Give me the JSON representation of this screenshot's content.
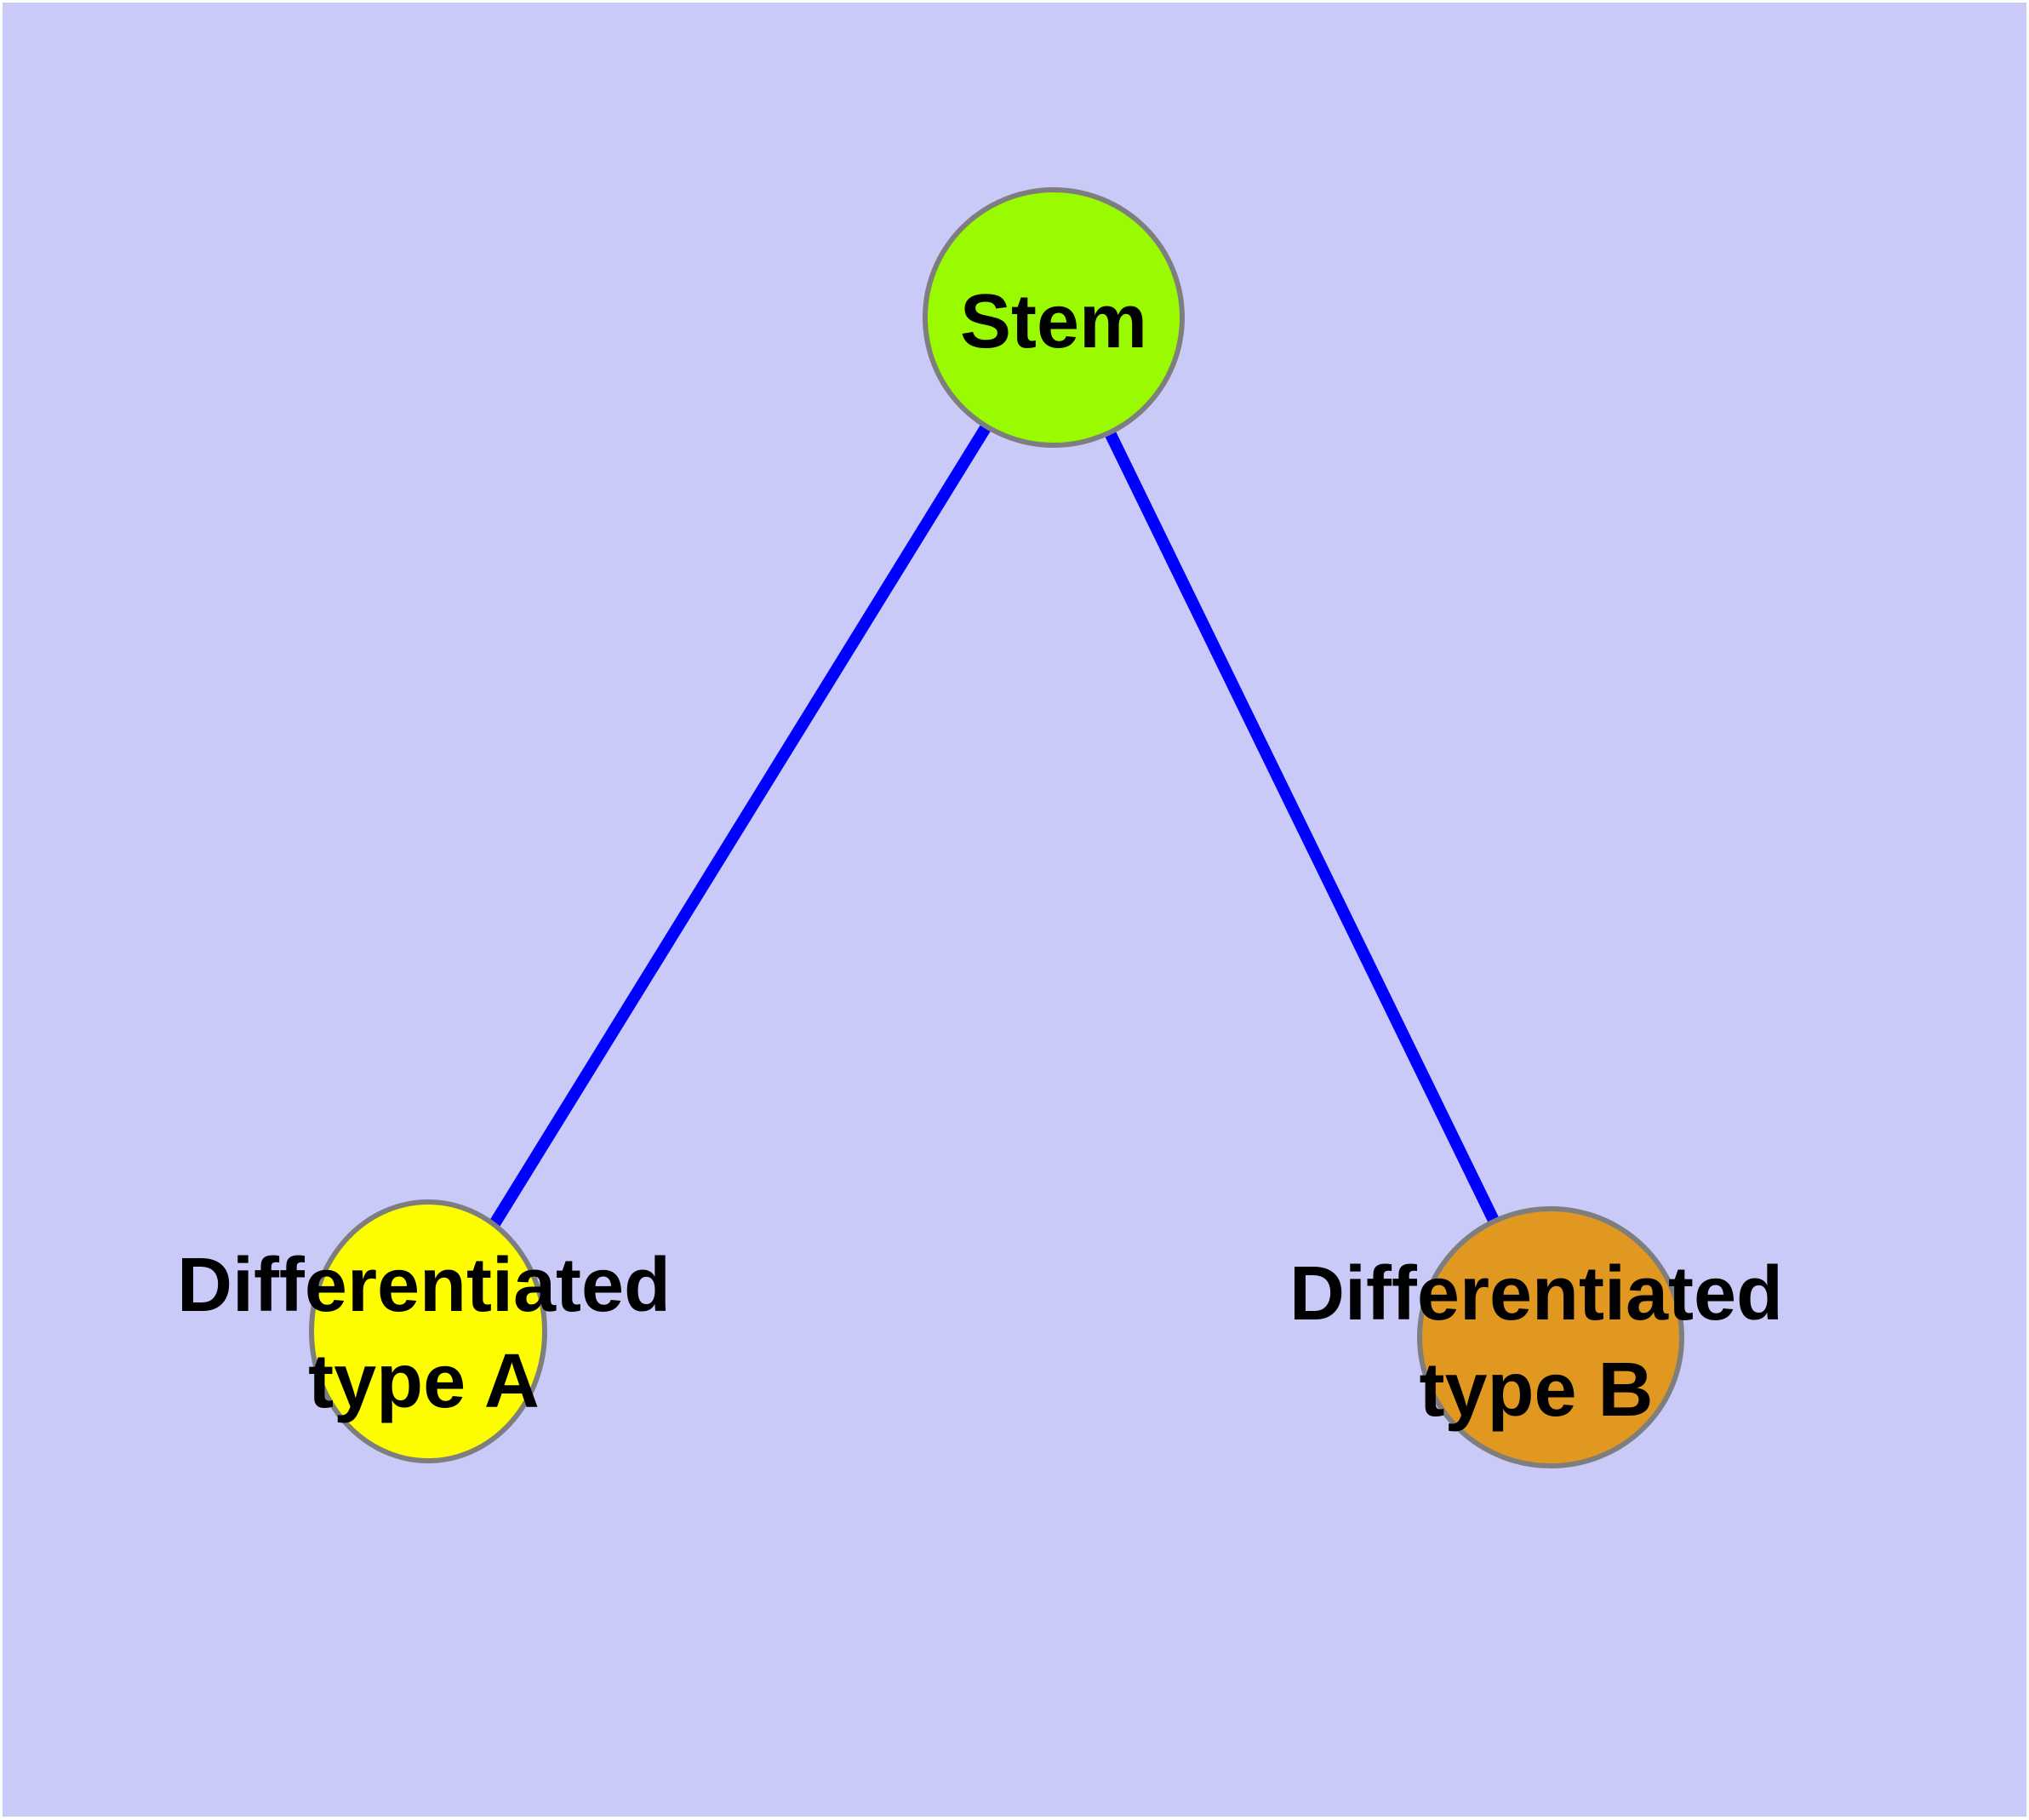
{
  "canvas": {
    "background": "#cacaf8",
    "frame": "#ffffff"
  },
  "colors": {
    "edge": "#0000ff",
    "node_border": "#7e7e7e",
    "label_text": "#000000"
  },
  "nodes": [
    {
      "id": "stem",
      "label": "Stem",
      "label_lines": [
        "Stem"
      ],
      "fill": "#9afb00"
    },
    {
      "id": "differentiated-type-a",
      "label": "Differentiated type A",
      "label_lines": [
        "Differentiated",
        "type A"
      ],
      "fill": "#fdfd00"
    },
    {
      "id": "differentiated-type-b",
      "label": "Differentiated type B",
      "label_lines": [
        "Differentiated",
        "type B"
      ],
      "fill": "#e09820"
    }
  ],
  "edges": [
    {
      "from": "stem",
      "to": "differentiated-type-a"
    },
    {
      "from": "stem",
      "to": "differentiated-type-b"
    }
  ]
}
